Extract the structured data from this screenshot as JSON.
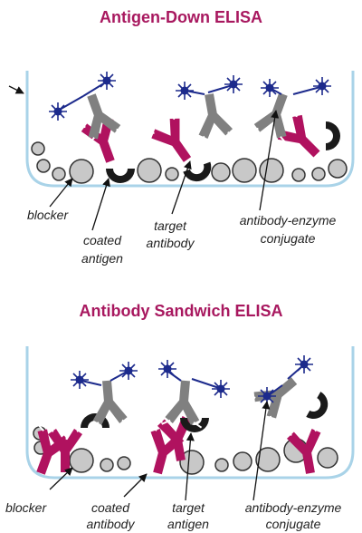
{
  "panel1": {
    "title": "Antigen-Down ELISA",
    "labels": {
      "blocker": "blocker",
      "coated_line1": "coated",
      "coated_line2": "antigen",
      "target_line1": "target",
      "target_line2": "antibody",
      "conjugate_line1": "antibody-enzyme",
      "conjugate_line2": "conjugate"
    }
  },
  "panel2": {
    "title": "Antibody Sandwich ELISA",
    "labels": {
      "blocker": "blocker",
      "coated_line1": "coated",
      "coated_line2": "antibody",
      "target_line1": "target",
      "target_line2": "antigen",
      "conjugate_line1": "antibody-enzyme",
      "conjugate_line2": "conjugate"
    }
  },
  "colors": {
    "title": "#a8185f",
    "magenta_antibody": "#b0125f",
    "gray_antibody": "#808080",
    "blue_enzyme": "#1c2a8c",
    "black_antigen": "#1a1a1a",
    "blocker_fill": "#c8c8c8",
    "well": "#a9d3e8"
  }
}
